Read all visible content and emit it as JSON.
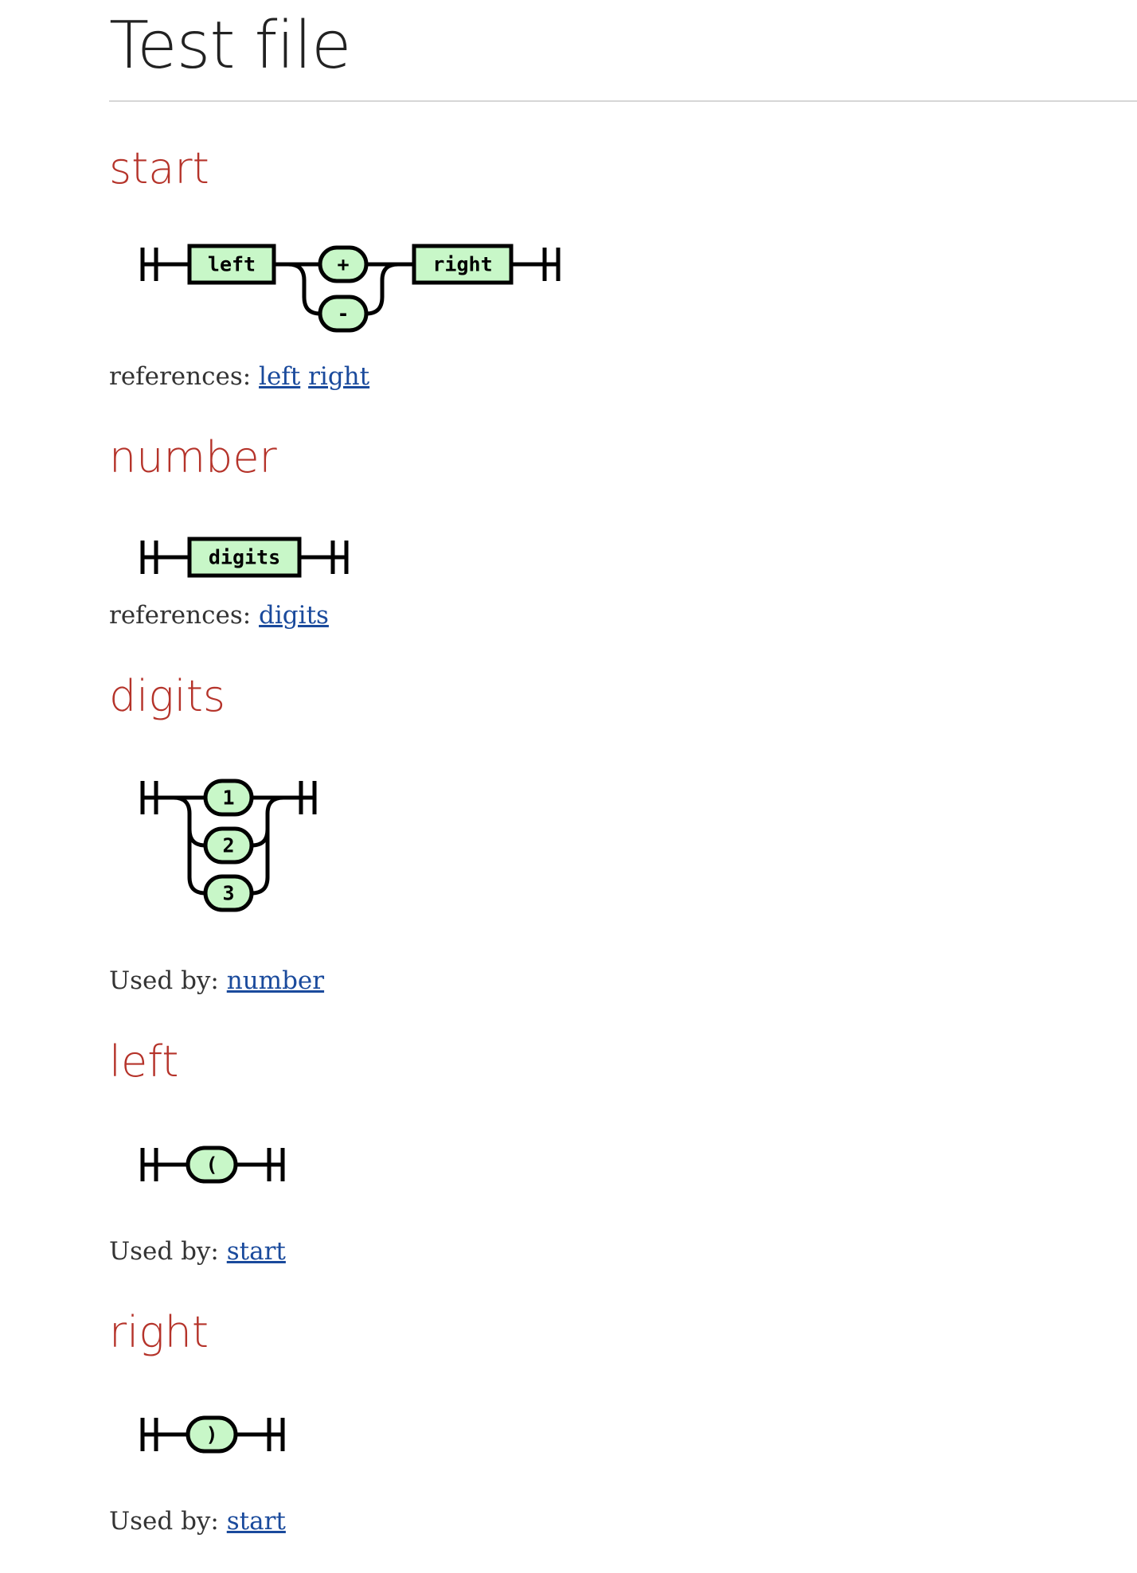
{
  "title": "Test file",
  "sections": [
    {
      "name": "start",
      "nodes": {
        "left": "left",
        "plus": "+",
        "minus": "-",
        "right": "right"
      },
      "refs_label": "references:",
      "refs": [
        "left",
        "right"
      ]
    },
    {
      "name": "number",
      "nodes": {
        "digits": "digits"
      },
      "refs_label": "references:",
      "refs": [
        "digits"
      ]
    },
    {
      "name": "digits",
      "nodes": {
        "one": "1",
        "two": "2",
        "three": "3"
      },
      "refs_label": "Used by:",
      "refs": [
        "number"
      ]
    },
    {
      "name": "left",
      "nodes": {
        "paren": "("
      },
      "refs_label": "Used by:",
      "refs": [
        "start"
      ]
    },
    {
      "name": "right",
      "nodes": {
        "paren": ")"
      },
      "refs_label": "Used by:",
      "refs": [
        "start"
      ]
    }
  ]
}
